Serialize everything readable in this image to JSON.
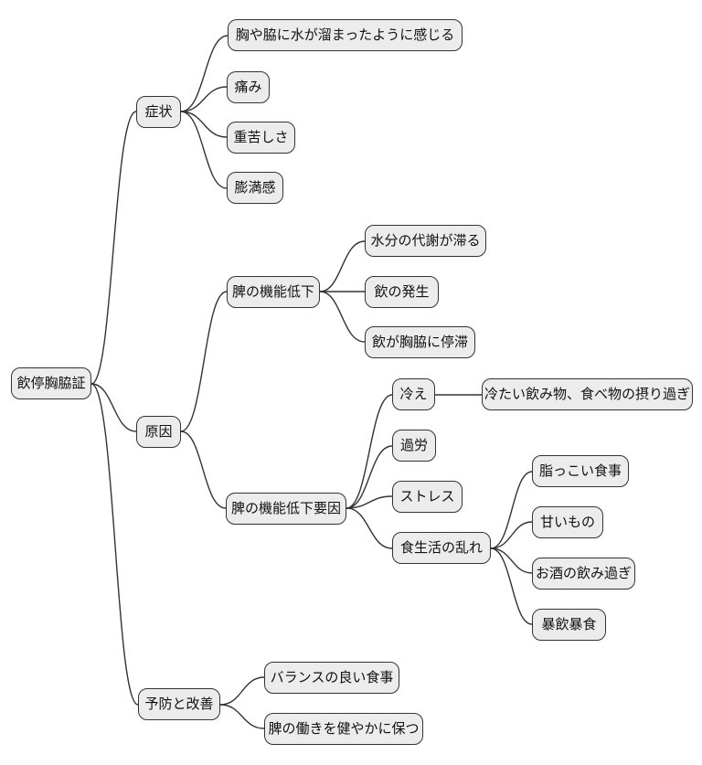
{
  "mindmap": {
    "root": {
      "label": "飲停胸脇証",
      "children": [
        {
          "label": "症状",
          "children": [
            {
              "label": "胸や脇に水が溜まったように感じる"
            },
            {
              "label": "痛み"
            },
            {
              "label": "重苦しさ"
            },
            {
              "label": "膨満感"
            }
          ]
        },
        {
          "label": "原因",
          "children": [
            {
              "label": "脾の機能低下",
              "children": [
                {
                  "label": "水分の代謝が滞る"
                },
                {
                  "label": "飲の発生"
                },
                {
                  "label": "飲が胸脇に停滞"
                }
              ]
            },
            {
              "label": "脾の機能低下要因",
              "children": [
                {
                  "label": "冷え",
                  "children": [
                    {
                      "label": "冷たい飲み物、食べ物の摂り過ぎ"
                    }
                  ]
                },
                {
                  "label": "過労"
                },
                {
                  "label": "ストレス"
                },
                {
                  "label": "食生活の乱れ",
                  "children": [
                    {
                      "label": "脂っこい食事"
                    },
                    {
                      "label": "甘いもの"
                    },
                    {
                      "label": "お酒の飲み過ぎ"
                    },
                    {
                      "label": "暴飲暴食"
                    }
                  ]
                }
              ]
            }
          ]
        },
        {
          "label": "予防と改善",
          "children": [
            {
              "label": "バランスの良い食事"
            },
            {
              "label": "脾の働きを健やかに保つ"
            }
          ]
        }
      ]
    },
    "colors": {
      "background": "#ffffff",
      "node_fill": "#ececec",
      "node_border": "#333333",
      "edge": "#333333",
      "text": "#111111"
    }
  }
}
